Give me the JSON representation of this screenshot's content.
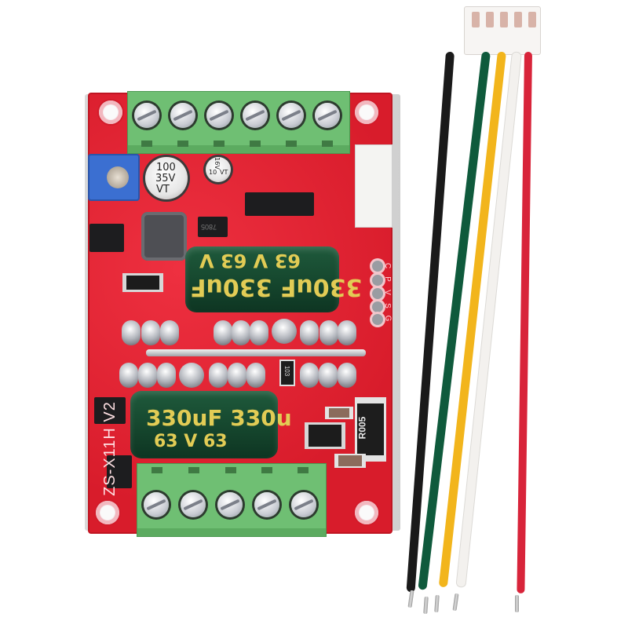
{
  "scene": {
    "subject": "Brushless DC motor driver board with 5-pin wire harness",
    "background_color": "#ffffff",
    "pcb_color": "#e0202f",
    "terminal_color": "#6fbf73"
  },
  "board": {
    "silkscreen_model": "ZS-X11H V2",
    "top_terminal": {
      "screw_count": 6
    },
    "bottom_terminal": {
      "screw_count": 5
    },
    "header_pin_labels": [
      "C",
      "P",
      "V",
      "S",
      "G"
    ],
    "components": {
      "electrolytic_top": {
        "capacitance": "330uF",
        "voltage": "63 V",
        "text_line1": "330uF  330uF",
        "text_line2": "63 V   63 V"
      },
      "electrolytic_bottom": {
        "capacitance": "330uF",
        "voltage": "63 V",
        "text_line1": "330uF 330u",
        "text_line2": "63  V   63"
      },
      "aluminum_cap_large": {
        "line1": "100",
        "line2": "35V",
        "line3": "VT"
      },
      "aluminum_cap_small": {
        "line1": "16V",
        "line2": "10",
        "line3": "VT"
      },
      "regulator_label": "7805",
      "shunt_resistor_label": "R005",
      "chip_resistor_label": "103",
      "potentiometer": "blue trimmer potentiometer"
    }
  },
  "harness": {
    "connector": {
      "pin_count": 5,
      "color": "#f7f5f3"
    },
    "wires": [
      {
        "color_name": "black",
        "hex": "#1a1a1a"
      },
      {
        "color_name": "green",
        "hex": "#0f5a3c"
      },
      {
        "color_name": "yellow",
        "hex": "#f2b51c"
      },
      {
        "color_name": "white",
        "hex": "#f3f1ee"
      },
      {
        "color_name": "red",
        "hex": "#d8243a"
      }
    ]
  }
}
